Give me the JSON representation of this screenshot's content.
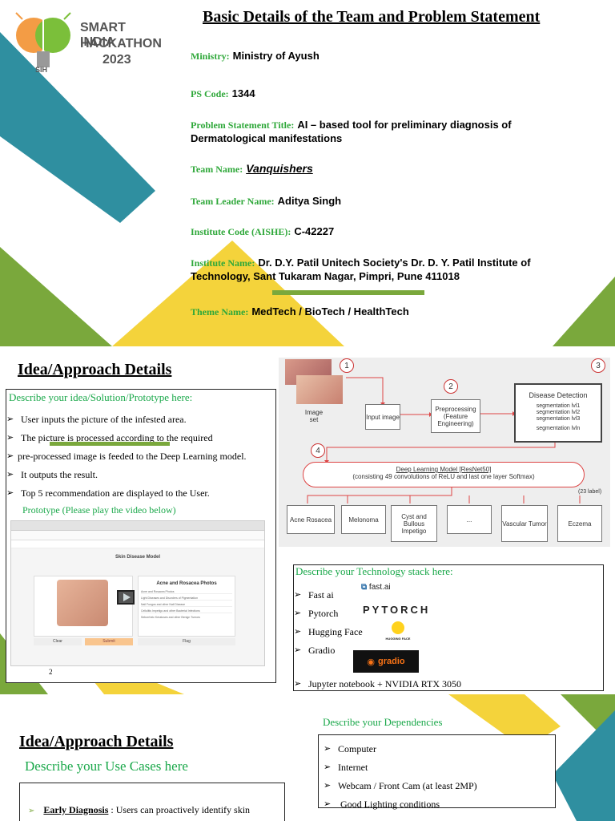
{
  "logo": {
    "line1": "SMART INDIA",
    "line2": "HACKATHON",
    "line3": "2023",
    "badge": "SIH"
  },
  "slide1": {
    "title": "Basic Details of the Team and Problem Statement",
    "ministry_label": "Ministry:",
    "ministry_value": "Ministry of Ayush",
    "ps_label": "PS Code:",
    "ps_value": "1344",
    "pst_label": "Problem Statement Title:",
    "pst_value_1": "AI – based tool for preliminary diagnosis of",
    "pst_value_2": "Dermatological manifestations",
    "team_label": "Team Name:",
    "team_value": "Vanquishers",
    "leader_label": "Team Leader Name:",
    "leader_value": "Aditya Singh",
    "inst_code_label": "Institute Code (AISHE):",
    "inst_code_value": "C-42227",
    "inst_name_label": "Institute Name:",
    "inst_name_value_1": "Dr. D.Y. Patil Unitech Society's Dr. D. Y. Patil Institute of",
    "inst_name_value_2": "Technology, Sant Tukaram Nagar, Pimpri, Pune 411018",
    "theme_label": "Theme Name:",
    "theme_value": "MedTech / BioTech / HealthTech"
  },
  "slide2": {
    "heading": "Idea/Approach Details",
    "describe_label": "Describe your idea/Solution/Prototype here:",
    "bullets": [
      "User inputs the picture of the infested area.",
      "The picture is processed according to the required",
      "pre-processed image is feeded to the Deep Learning model.",
      "It outputs the result.",
      "Top 5 recommendation are displayed to the User."
    ],
    "prototype_label": "Prototype (Please play the video below)",
    "page_number": "2",
    "screenshot": {
      "app_title": "Skin Disease Model",
      "result_title": "Acne and Rosacea Photos",
      "result_rows": [
        "Acne and Rosacea Photos",
        "Light Diseases and Disorders of Pigmentation",
        "Nail Fungus and other Nail Disease",
        "Cellulitis Impetigo and other Bacterial Infections",
        "Seborrheic Keratoses and other Benign Tumors"
      ],
      "clear_btn": "Clear",
      "submit_btn": "Submit",
      "flag_btn": "Flag"
    },
    "flow": {
      "n1": "1",
      "n2": "2",
      "n3": "3",
      "n4": "4",
      "image_set": "Image set",
      "input_image": "Input image",
      "preprocessing": "Preprocessing (Feature Engineering)",
      "detection_title": "Disease Detection",
      "seg_lines": [
        "segmentation lvl1",
        "segmentation lvl2",
        "segmentation lvl3",
        "segmentation lvln"
      ],
      "dl_model_1": "Deep Learning Model [ResNet50]",
      "dl_model_2": "(consisting 49 convolutions of ReLU and last one layer Softmax)",
      "label_count": "(23 label)",
      "classes": [
        "Acne Rosacea",
        "Melonoma",
        "Cyst and Bullous Impetigo",
        "...",
        "Vascular Tumor",
        "Eczema"
      ]
    },
    "tech": {
      "label": "Describe your Technology stack here:",
      "items": [
        "Fast ai",
        "Pytorch",
        "Hugging Face",
        "Gradio"
      ],
      "logo_fastai": "fast.ai",
      "logo_pytorch": "PYTORCH",
      "logo_hf": "HUGGING FACE",
      "logo_gradio": "gradio",
      "last": "Jupyter notebook + NVIDIA RTX 3050"
    }
  },
  "slide3": {
    "heading": "Idea/Approach Details",
    "usecase_label": "Describe your Use Cases here",
    "usecase_title": "Early Diagnosis",
    "usecase_text": ": Users can proactively identify skin",
    "deps_label": "Describe your Dependencies",
    "deps": [
      "Computer",
      "Internet",
      "Webcam / Front Cam (at least 2MP)",
      "Good Lighting conditions"
    ]
  },
  "colors": {
    "teal": "#2f8fa0",
    "green": "#7aa83c",
    "yellow": "#f4d33b",
    "label_green": "#2fa83a"
  }
}
